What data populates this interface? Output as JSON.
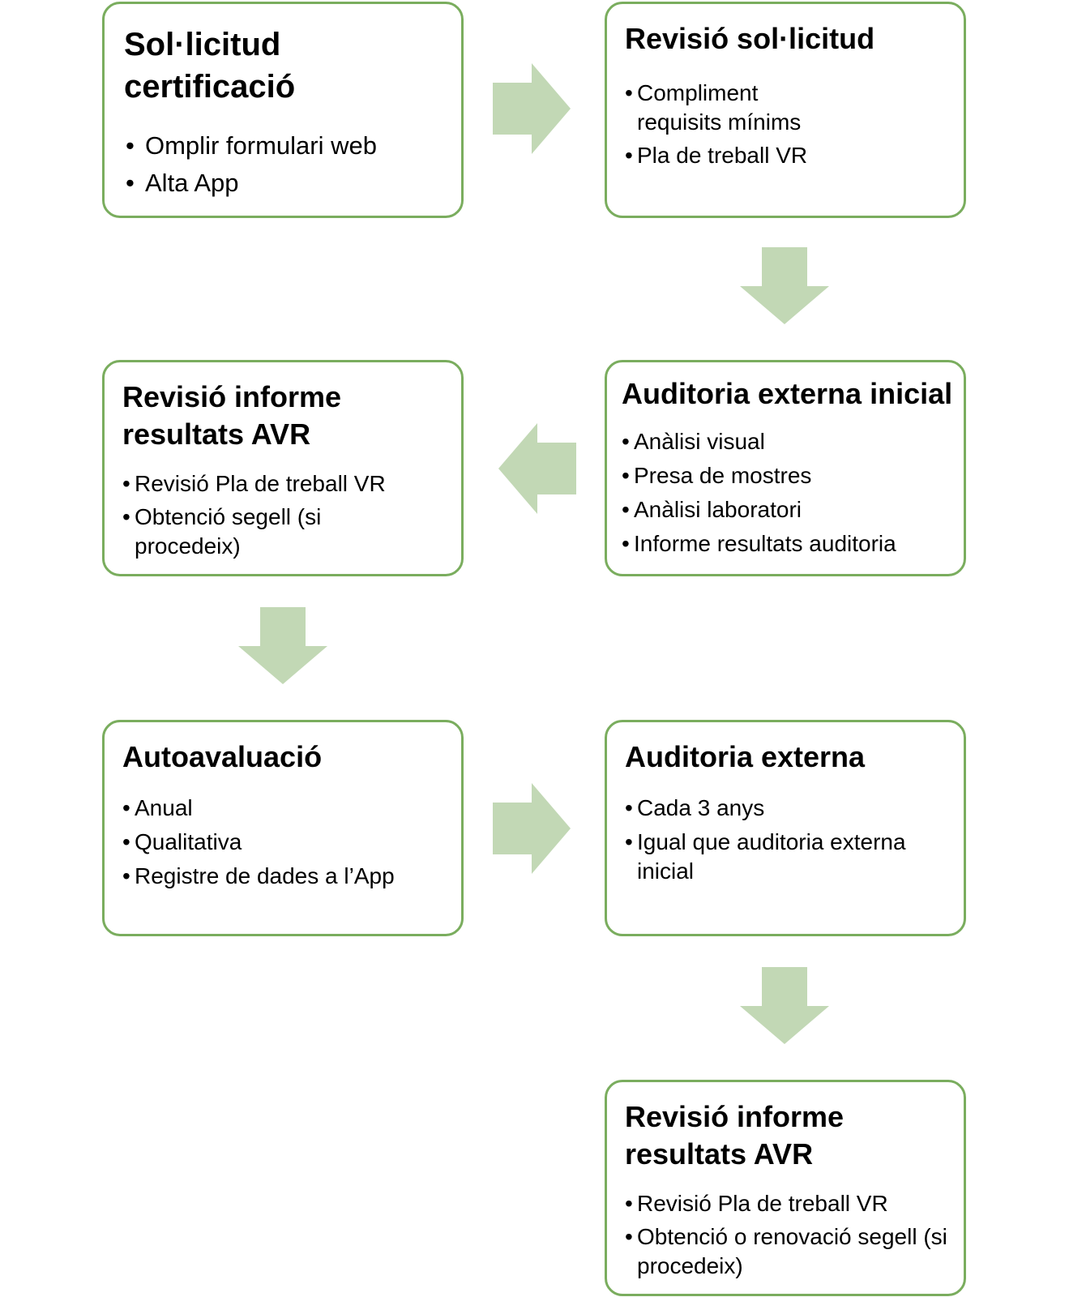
{
  "boxes": [
    {
      "title": "Sol·licitud certificació",
      "items": [
        "Omplir formulari web",
        "Alta App"
      ]
    },
    {
      "title": "Revisió sol·licitud",
      "items": [
        "Compliment requisits mínims",
        "Pla de treball VR"
      ]
    },
    {
      "title": "Revisió informe resultats AVR",
      "items": [
        "Revisió Pla de treball VR",
        "Obtenció segell (si procedeix)"
      ]
    },
    {
      "title": "Auditoria externa inicial",
      "items": [
        "Anàlisi visual",
        "Presa de mostres",
        "Anàlisi laboratori",
        "Informe resultats auditoria"
      ]
    },
    {
      "title": "Autoavaluació",
      "items": [
        "Anual",
        "Qualitativa",
        "Registre de dades a l’App"
      ]
    },
    {
      "title": "Auditoria externa",
      "items": [
        "Cada 3 anys",
        "Igual que auditoria externa inicial"
      ]
    },
    {
      "title": "Revisió informe resultats AVR",
      "items": [
        "Revisió Pla de treball VR",
        "Obtenció o renovació segell (si procedeix)"
      ]
    }
  ],
  "colors": {
    "border": "#7aad5e",
    "arrow": "#c2d8b5"
  }
}
